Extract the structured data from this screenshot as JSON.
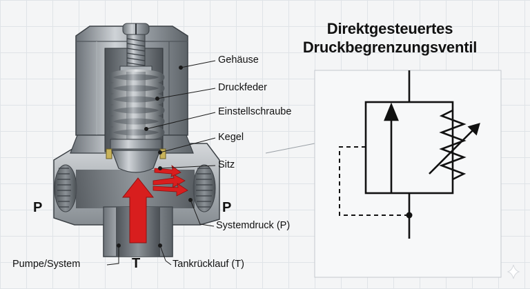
{
  "title": {
    "line1": "Direktgesteuertes",
    "line2": "Druckbegrenzungsventil"
  },
  "labels": {
    "gehaeuse": "Gehäuse",
    "druckfeder": "Druckfeder",
    "einstellschraube": "Einstellschraube",
    "kegel": "Kegel",
    "sitz": "Sitz",
    "systemdruck": "Systemdruck (P)",
    "pumpe": "Pumpe/System",
    "tank": "Tankrücklauf (T)"
  },
  "ports": {
    "p_left": "P",
    "p_right": "P",
    "t": "T"
  },
  "icons": [
    "sparkle-icon"
  ],
  "colors": {
    "flow_arrow": "#d81e1e",
    "metal_dark": "#6f757b",
    "metal_light": "#c9cdd1",
    "symbol_line": "#111111"
  }
}
